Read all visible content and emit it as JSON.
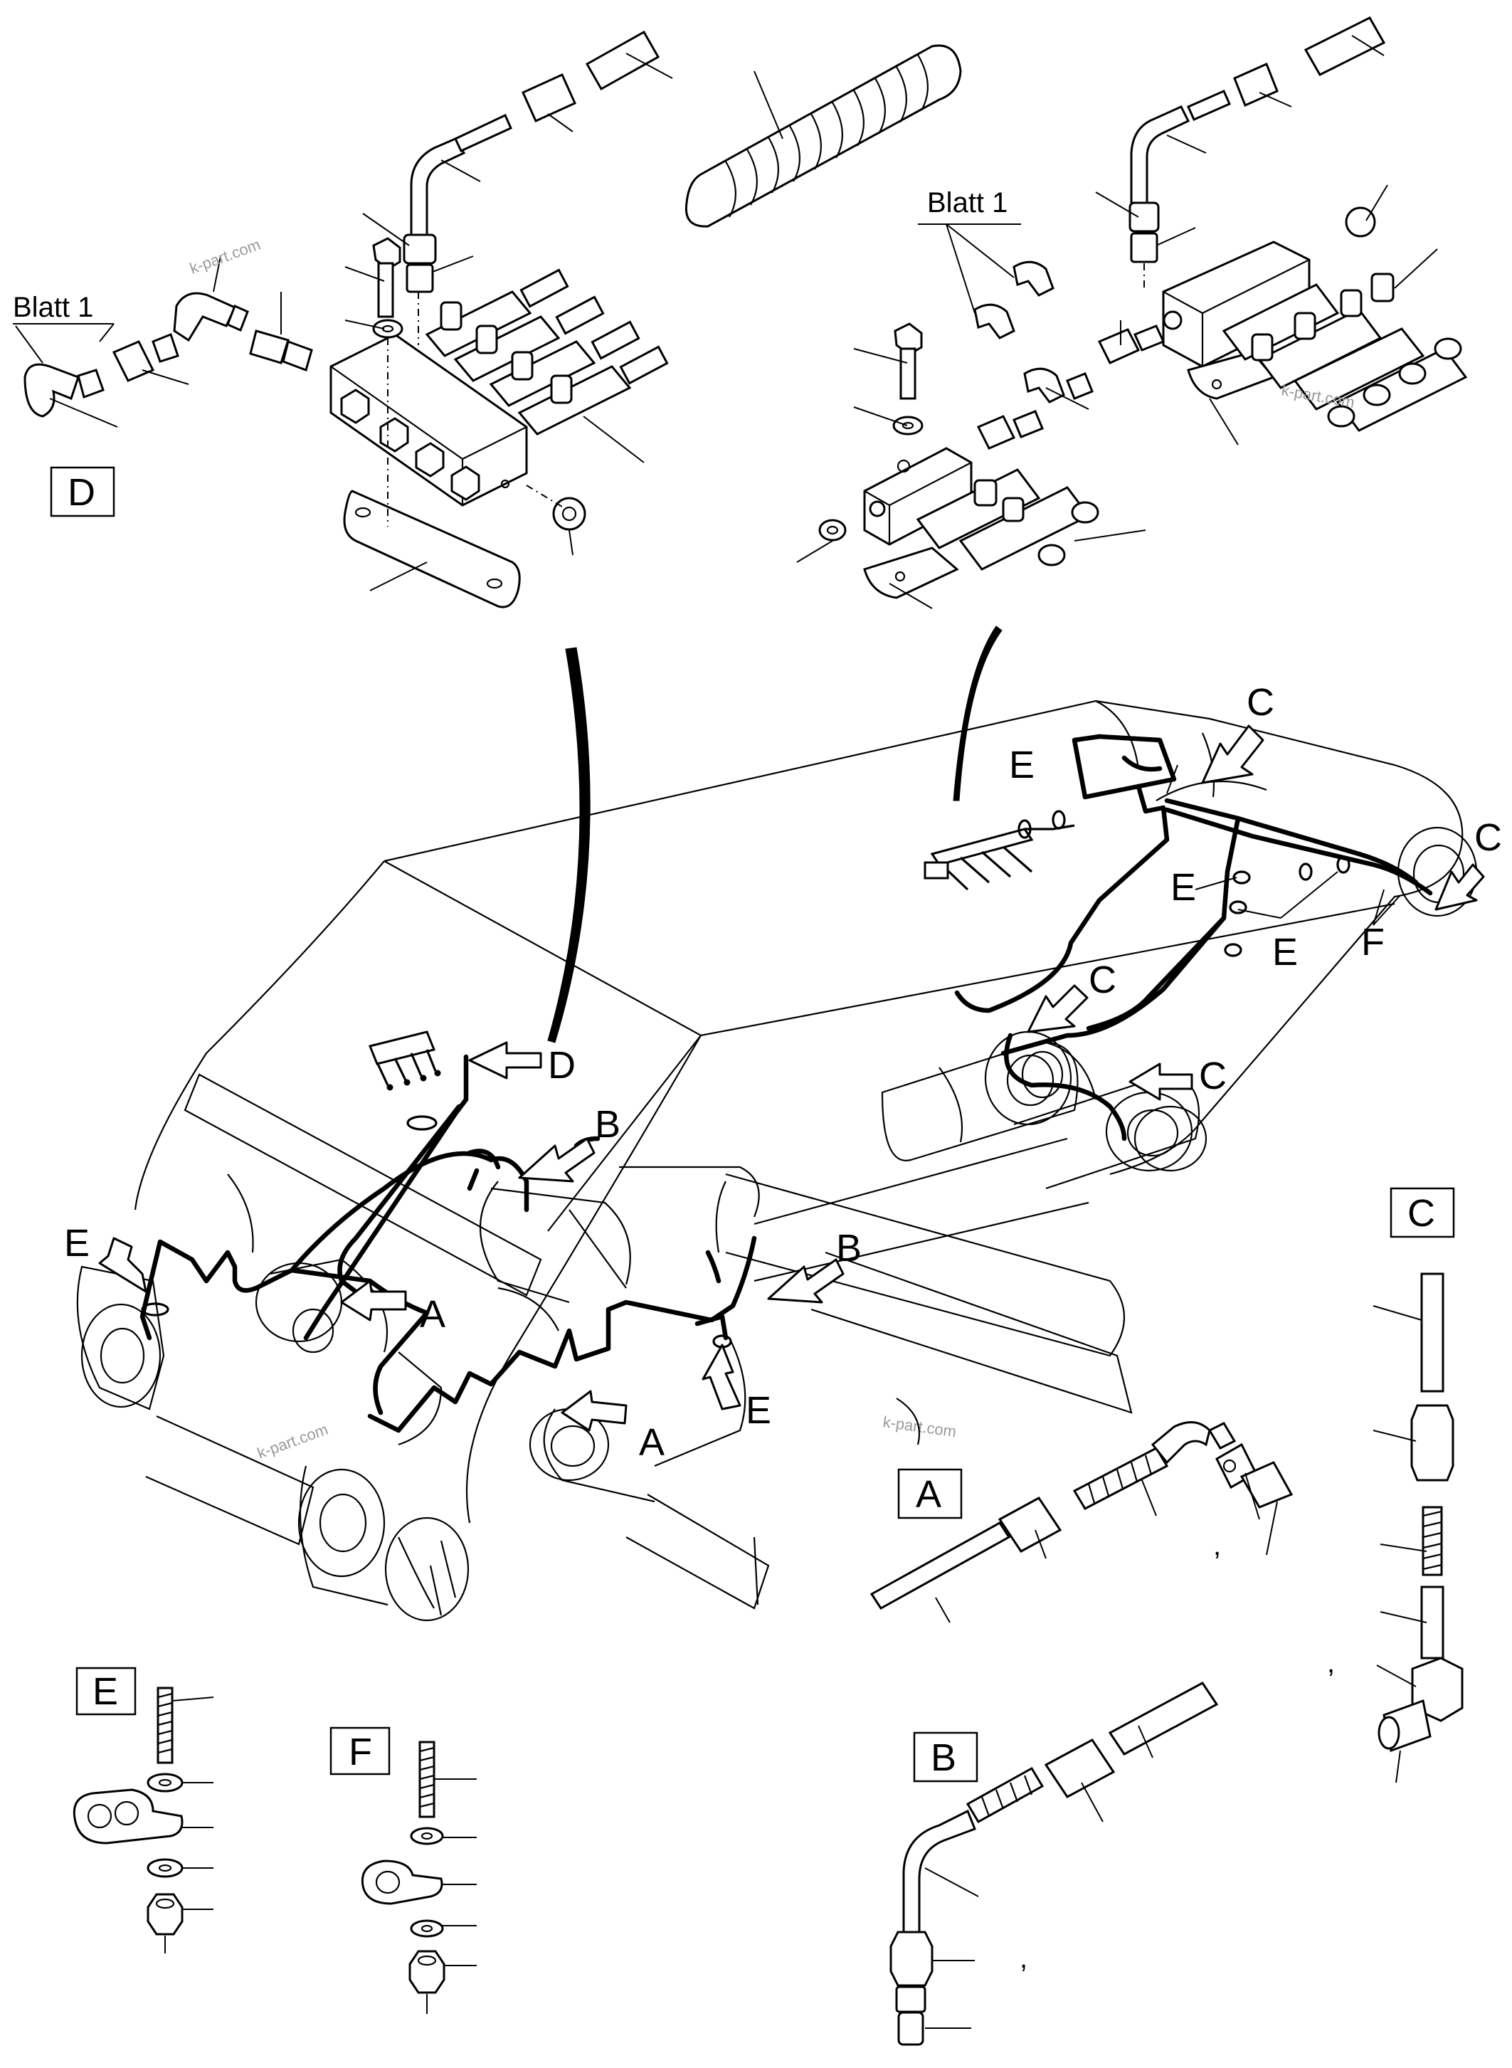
{
  "watermark": "k-part.com",
  "detail_boxes": {
    "d": "D",
    "c": "C",
    "a": "A",
    "b": "B",
    "e": "E",
    "f": "F"
  },
  "references": {
    "blatt_left": "Blatt 1",
    "blatt_right": "Blatt 1"
  },
  "callouts": {
    "a1": "A",
    "a2": "A",
    "b1": "B",
    "b2": "B",
    "c1": "C",
    "c2": "C",
    "c3": "C",
    "c4": "C",
    "d": "D",
    "e1": "E",
    "e2": "E",
    "e3": "E",
    "e4": "E",
    "e5": "E",
    "f": "F"
  },
  "marks": {
    "comma_a": ",",
    "comma_b": ",",
    "comma_c": ","
  }
}
